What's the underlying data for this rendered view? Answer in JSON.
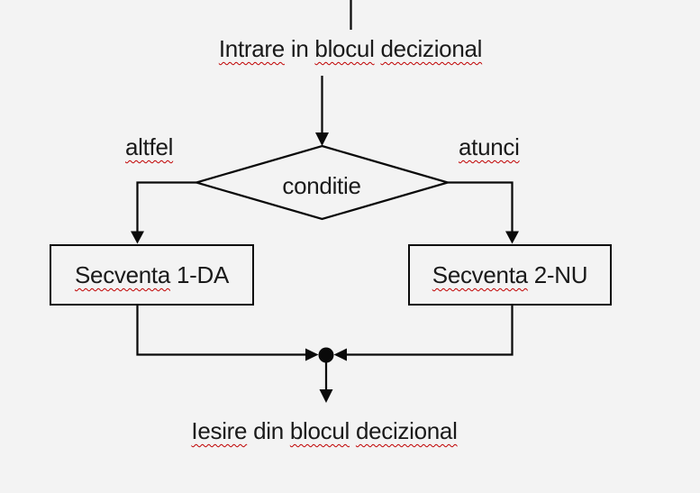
{
  "colors": {
    "background": "#f3f3f3",
    "line": "#0a0a0a",
    "text": "#1a1a1a",
    "squiggle": "#c00000"
  },
  "diagram": {
    "entry_label": {
      "text": "Intrare in blocul decizional",
      "words": [
        {
          "t": "Intrare",
          "sq": true
        },
        {
          "t": "in",
          "sq": false
        },
        {
          "t": "blocul",
          "sq": true
        },
        {
          "t": "decizional",
          "sq": true
        }
      ]
    },
    "branch_left_label": {
      "text": "altfel",
      "words": [
        {
          "t": "altfel",
          "sq": true
        }
      ]
    },
    "branch_right_label": {
      "text": "atunci",
      "words": [
        {
          "t": "atunci",
          "sq": true
        }
      ]
    },
    "condition_label": {
      "text": "conditie",
      "words": [
        {
          "t": "conditie",
          "sq": false
        }
      ]
    },
    "box_left_label": {
      "text": "Secventa 1-DA",
      "words": [
        {
          "t": "Secventa",
          "sq": true
        },
        {
          "t": "1-DA",
          "sq": false
        }
      ]
    },
    "box_right_label": {
      "text": "Secventa 2-NU",
      "words": [
        {
          "t": "Secventa",
          "sq": true
        },
        {
          "t": "2-NU",
          "sq": false
        }
      ]
    },
    "exit_label": {
      "text": "Iesire din blocul decizional",
      "words": [
        {
          "t": "Iesire",
          "sq": true
        },
        {
          "t": "din",
          "sq": false
        },
        {
          "t": "blocul",
          "sq": true
        },
        {
          "t": "decizional",
          "sq": true
        }
      ]
    }
  }
}
